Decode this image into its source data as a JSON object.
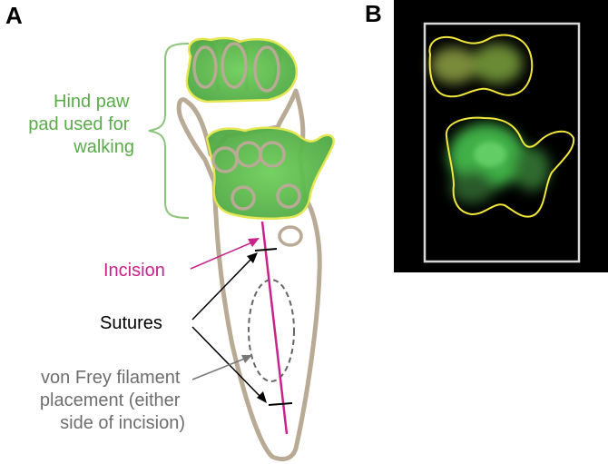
{
  "panels": {
    "a": {
      "letter": "A"
    },
    "b": {
      "letter": "B"
    }
  },
  "labels": {
    "hind_paw": [
      "Hind paw",
      "pad used for",
      "walking"
    ],
    "incision": "Incision",
    "sutures": "Sutures",
    "von_frey": [
      "von Frey filament",
      "placement (either",
      "side of incision)"
    ]
  },
  "colors": {
    "pad_green": "#5cb84a",
    "hind_paw_text": "#5aab4a",
    "incision": "#c8238a",
    "paw_outline": "#b5a690",
    "pad_outline": "#e5e84a",
    "bracket": "#8cc47a",
    "von_frey_text": "#6e6e6e",
    "panel_b_background": "#000000",
    "panel_b_outline": "#f2e83a"
  }
}
